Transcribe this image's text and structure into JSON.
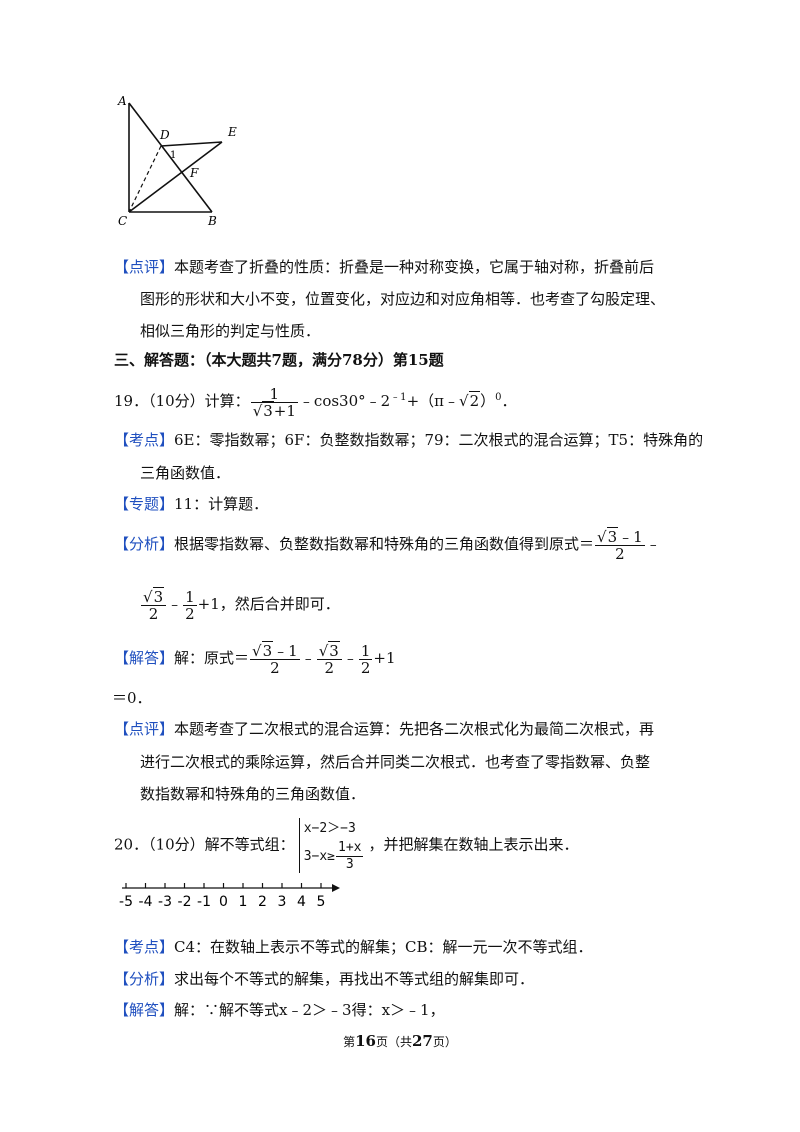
{
  "figure": {
    "labels": {
      "A": "A",
      "D": "D",
      "E": "E",
      "one": "1",
      "F": "F",
      "C": "C",
      "B": "B"
    }
  },
  "comment1": {
    "tag": "【点评】",
    "line1": "本题考查了折叠的性质：折叠是一种对称变换，它属于轴对称，折叠前后",
    "line2": "图形的形状和大小不变，位置变化，对应边和对应角相等．也考查了勾股定理、",
    "line3": "相似三角形的判定与性质．"
  },
  "section": {
    "title": "三、解答题：（本大题共7题，满分78分）第15题"
  },
  "q19": {
    "num": "19．（10分）计算：",
    "frac_num": "1",
    "rad1": "3",
    "plus1": "+1",
    "rest1": "﹣cos30°﹣2",
    "exp1": "﹣1",
    "rest2": "+（π﹣",
    "rad2": "2",
    "rest3": "）",
    "exp2": "0",
    "rest4": "．"
  },
  "kaodian19": {
    "tag": "【考点】",
    "line1": "6E：零指数幂；6F：负整数指数幂；79：二次根式的混合运算；T5：特殊角的",
    "line2": "三角函数值．"
  },
  "zhuanti19": {
    "tag": "【专题】",
    "text": "11：计算题．"
  },
  "fenxi19": {
    "tag": "【分析】",
    "text1": "根据零指数幂、负整数指数幂和特殊角的三角函数值得到原式＝",
    "f1_rad": "3",
    "f1_num_rest": "﹣1",
    "f1_den": "2",
    "minus": "﹣",
    "f2_rad": "3",
    "f2_den": "2",
    "minus2": "﹣",
    "f3_num": "1",
    "f3_den": "2",
    "tail": "+1，然后合并即可．"
  },
  "jieda19": {
    "tag": "【解答】",
    "text1": "解：原式＝",
    "f1_rad": "3",
    "f1_num_rest": "﹣1",
    "f1_den": "2",
    "minus": "﹣",
    "f2_rad": "3",
    "f2_den": "2",
    "minus2": "﹣",
    "f3_num": "1",
    "f3_den": "2",
    "tail": "+1",
    "result": "＝0．"
  },
  "comment19": {
    "tag": "【点评】",
    "line1": "本题考查了二次根式的混合运算：先把各二次根式化为最简二次根式，再",
    "line2": "进行二次根式的乘除运算，然后合并同类二次根式．也考查了零指数幂、负整",
    "line3": "数指数幂和特殊角的三角函数值．"
  },
  "q20": {
    "num": "20．（10分）解不等式组：",
    "ineq1": "x−2＞−3",
    "ineq2_left": "3−x≥",
    "ineq2_num": "1+x",
    "ineq2_den": "3",
    "tail": "，并把解集在数轴上表示出来．"
  },
  "numberline": {
    "ticks": [
      "-5",
      "-4",
      "-3",
      "-2",
      "-1",
      "0",
      "1",
      "2",
      "3",
      "4",
      "5"
    ]
  },
  "kaodian20": {
    "tag": "【考点】",
    "text": "C4：在数轴上表示不等式的解集；CB：解一元一次不等式组．"
  },
  "fenxi20": {
    "tag": "【分析】",
    "text": "求出每个不等式的解集，再找出不等式组的解集即可．"
  },
  "jieda20": {
    "tag": "【解答】",
    "text": "解：∵解不等式x﹣2＞﹣3得：x＞﹣1，"
  },
  "footer": {
    "pre": "第",
    "page": "16",
    "mid": "页（共",
    "total": "27",
    "post": "页）"
  }
}
